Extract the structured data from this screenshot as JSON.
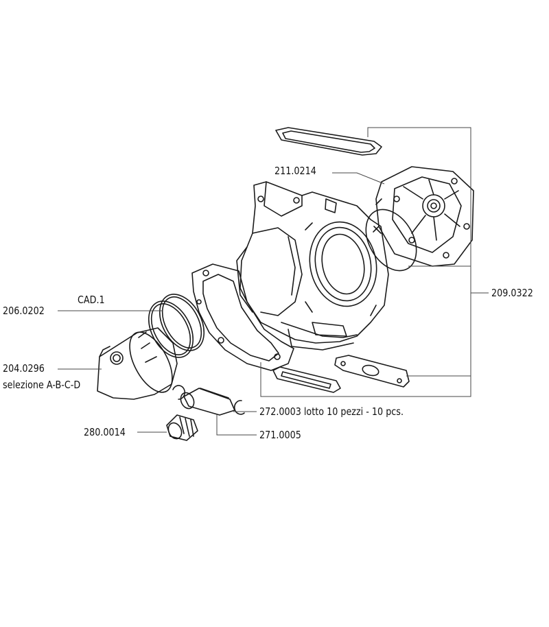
{
  "labels": {
    "head_gasket_top": "",
    "cylinder_head": "211.0214",
    "kit": "209.0322",
    "ring": "206.0202",
    "ring_qty": "CAD.1",
    "piston": "204.0296",
    "piston_selection": "selezione A-B-C-D",
    "bearing": "280.0014",
    "circlip": "272.0003 lotto 10 pezzi - 10 pcs.",
    "pin": "271.0005"
  },
  "colors": {
    "line": "#1a1a1a",
    "leader": "#444444",
    "background": "#ffffff"
  }
}
